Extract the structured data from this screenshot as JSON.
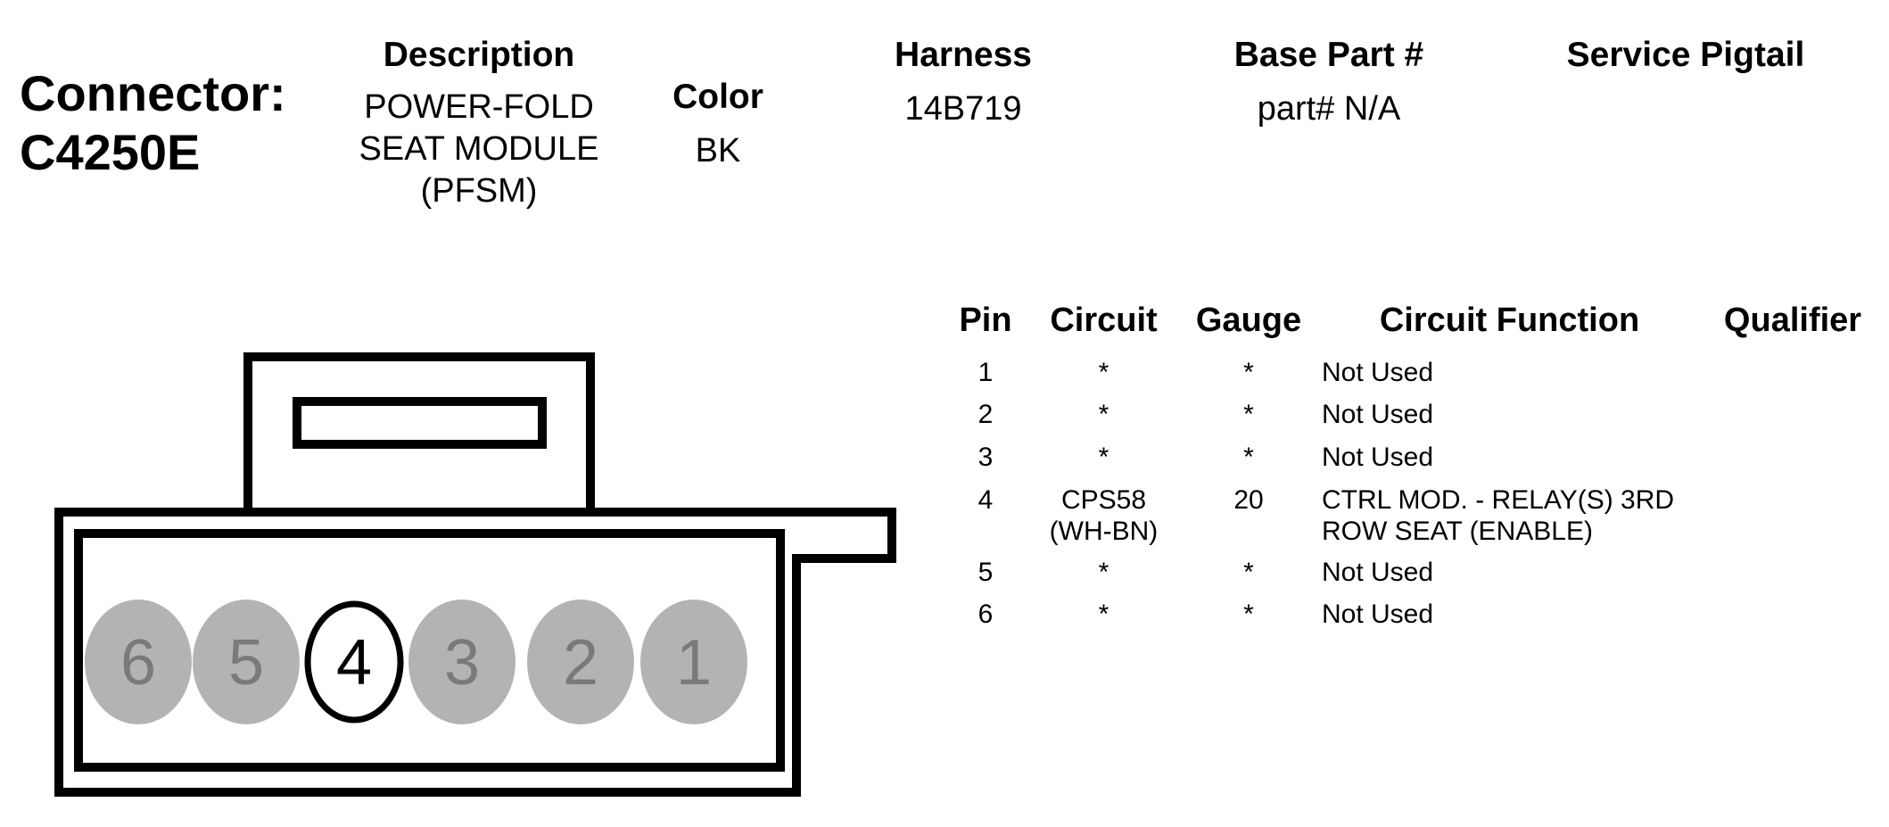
{
  "connector": {
    "label": "Connector:",
    "id": "C4250E"
  },
  "header": {
    "description_label": "Description",
    "description_lines": [
      "POWER-FOLD",
      "SEAT MODULE",
      "(PFSM)"
    ],
    "color_label": "Color",
    "color_value": "BK",
    "harness_label": "Harness",
    "harness_value": "14B719",
    "base_part_label": "Base Part #",
    "base_part_value": "part# N/A",
    "service_pigtail_label": "Service Pigtail"
  },
  "table": {
    "headers": {
      "pin": "Pin",
      "circuit": "Circuit",
      "gauge": "Gauge",
      "function": "Circuit Function",
      "qualifier": "Qualifier"
    },
    "rows": [
      {
        "pin": "1",
        "circuit": [
          "*"
        ],
        "gauge": "*",
        "function": [
          "Not Used"
        ]
      },
      {
        "pin": "2",
        "circuit": [
          "*"
        ],
        "gauge": "*",
        "function": [
          "Not Used"
        ]
      },
      {
        "pin": "3",
        "circuit": [
          "*"
        ],
        "gauge": "*",
        "function": [
          "Not Used"
        ]
      },
      {
        "pin": "4",
        "circuit": [
          "CPS58",
          "(WH-BN)"
        ],
        "gauge": "20",
        "function": [
          "CTRL MOD. - RELAY(S) 3RD",
          "ROW SEAT (ENABLE)"
        ]
      },
      {
        "pin": "5",
        "circuit": [
          "*"
        ],
        "gauge": "*",
        "function": [
          "Not Used"
        ]
      },
      {
        "pin": "6",
        "circuit": [
          "*"
        ],
        "gauge": "*",
        "function": [
          "Not Used"
        ]
      }
    ]
  },
  "diagram": {
    "pins": [
      {
        "label": "6",
        "active": false
      },
      {
        "label": "5",
        "active": false
      },
      {
        "label": "4",
        "active": true
      },
      {
        "label": "3",
        "active": false
      },
      {
        "label": "2",
        "active": false
      },
      {
        "label": "1",
        "active": false
      }
    ],
    "colors": {
      "inactive_fill": "#b3b3b3",
      "inactive_text": "#7a7a7a",
      "active_fill": "#ffffff",
      "active_text": "#000000",
      "outline": "#000000"
    }
  }
}
